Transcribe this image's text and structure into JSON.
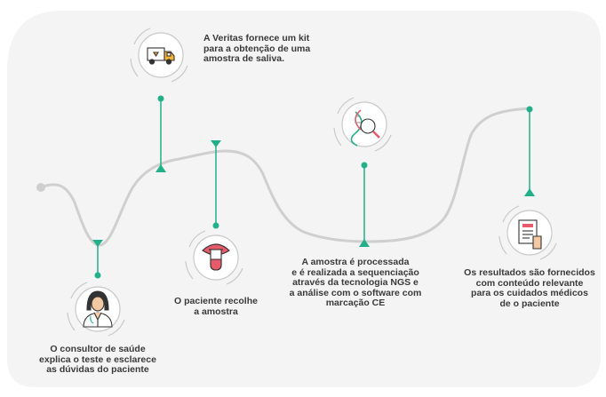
{
  "colors": {
    "background_panel": "#f4f4f4",
    "path": "#cfcfcf",
    "teal_accent": "#22b08a",
    "icon_ring": "#cccccc",
    "text": "#3a3a3a"
  },
  "steps": [
    {
      "id": "consult",
      "icon": "doctor-icon",
      "text": "O consultor de saúde\nexplica o teste e esclarece\nas dúvidas do paciente"
    },
    {
      "id": "kit",
      "icon": "delivery-truck-icon",
      "text": "A Veritas fornece um kit\npara a obtenção de uma\namostra de saliva."
    },
    {
      "id": "collect",
      "icon": "saliva-tube-icon",
      "text": "O paciente recolhe\na amostra"
    },
    {
      "id": "process",
      "icon": "dna-magnifier-icon",
      "text": "A amostra é processada\ne é realizada a sequenciação\natravés da tecnologia NGS e\na análise com o software com\nmarcação CE"
    },
    {
      "id": "results",
      "icon": "medical-report-icon",
      "text": "Os resultados são fornecidos\ncom conteúdo relevante\npara os cuidados médicos\nde o paciente"
    }
  ]
}
